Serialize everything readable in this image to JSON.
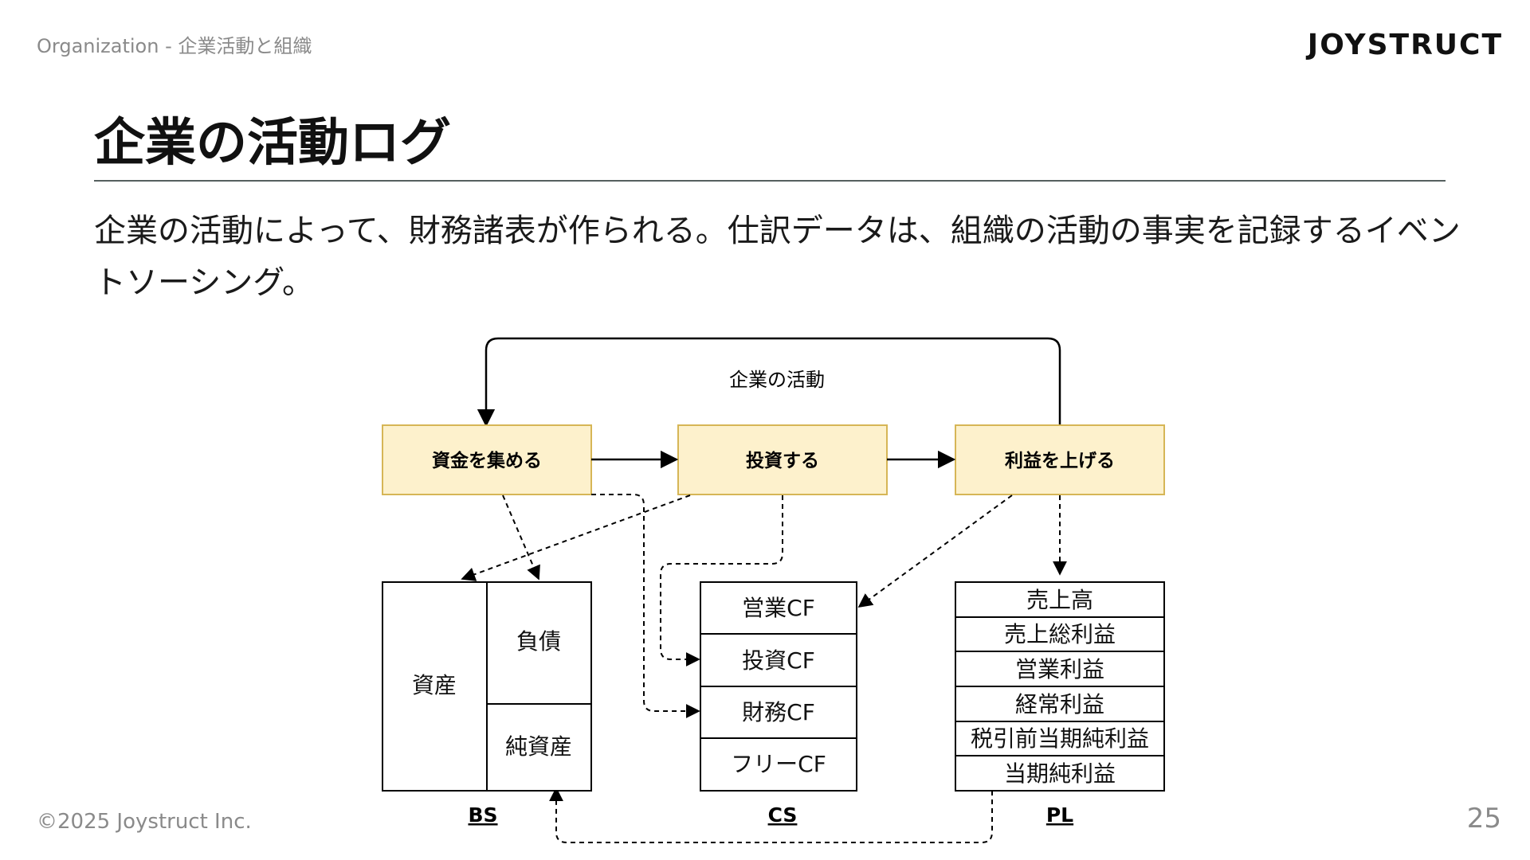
{
  "header": {
    "breadcrumb": "Organization - 企業活動と組織",
    "logo": "JOYSTRUCT"
  },
  "slide": {
    "title": "企業の活動ログ",
    "lead": "企業の活動によって、財務諸表が作られる。仕訳データは、組織の活動の事実を記録するイベントソーシング。"
  },
  "diagram": {
    "flow_label": "企業の活動",
    "activities": [
      "資金を集める",
      "投資する",
      "利益を上げる"
    ],
    "bs": {
      "caption": "BS",
      "asset": "資産",
      "liability": "負債",
      "equity": "純資産"
    },
    "cs": {
      "caption": "CS",
      "rows": [
        "営業CF",
        "投資CF",
        "財務CF",
        "フリーCF"
      ]
    },
    "pl": {
      "caption": "PL",
      "rows": [
        "売上高",
        "売上総利益",
        "営業利益",
        "経常利益",
        "税引前当期純利益",
        "当期純利益"
      ]
    },
    "colors": {
      "activity_fill": "#fdf1cc",
      "activity_stroke": "#d6b656"
    }
  },
  "footer": {
    "copyright": "©2025 Joystruct Inc.",
    "page": "25"
  }
}
